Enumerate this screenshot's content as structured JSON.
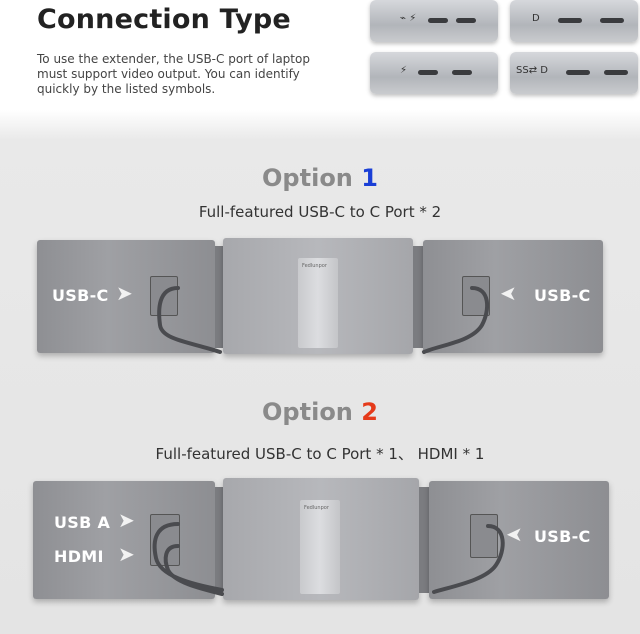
{
  "header": {
    "title": "Connection Type",
    "description": "To use the extender, the USB-C port of laptop must support video output. You can identify quickly by the listed symbols."
  },
  "symbols": {
    "thunderbolt_usbc": "⌁ ⚡",
    "displayport": "D",
    "thunderbolt": "⚡",
    "superspeed_dp": "SS⇄ D"
  },
  "option1": {
    "label": "Option",
    "number": "1",
    "subtitle": "Full-featured USB-C to C Port * 2",
    "left_port": "USB-C",
    "right_port": "USB-C"
  },
  "option2": {
    "label": "Option",
    "number": "2",
    "subtitle": "Full-featured USB-C to C Port * 1、 HDMI * 1",
    "left_port_1": "USB A",
    "left_port_2": "HDMI",
    "right_port": "USB-C"
  },
  "colors": {
    "option1_accent": "#1a3fd6",
    "option2_accent": "#e53a1a",
    "panel_gray": "#9fa0a4"
  }
}
